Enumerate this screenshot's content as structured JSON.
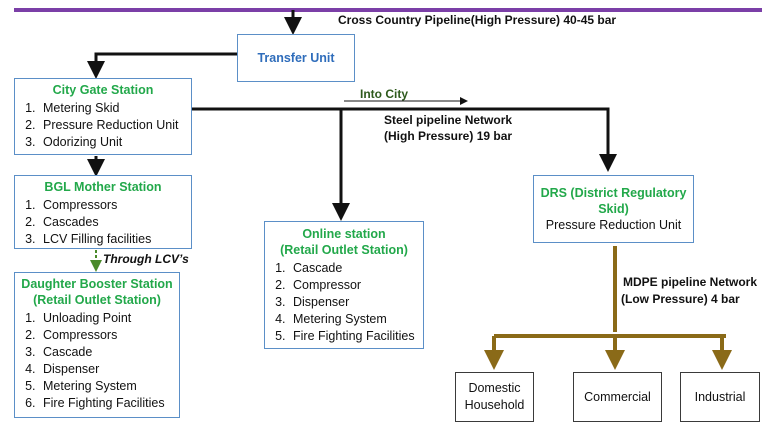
{
  "colors": {
    "pipe_top": "#7b3fa7",
    "connector": "#111111",
    "green_arrow": "#4a8a2a",
    "brown_pipe": "#8a6a18",
    "box_border": "#5b8fc7",
    "green_title": "#22a84a",
    "blue_title": "#2f6dbb"
  },
  "labels": {
    "cross_country": "Cross Country Pipeline(High Pressure)  40-45 bar",
    "into_city": "Into City",
    "steel_line1": "Steel pipeline Network",
    "steel_line2": "(High Pressure)  19 bar",
    "through_lcv": "Through LCV’s",
    "mdpe_line1": "MDPE pipeline Network",
    "mdpe_line2": "(Low Pressure) 4 bar"
  },
  "transfer_unit": {
    "title": "Transfer Unit"
  },
  "city_gate": {
    "title": "City Gate Station",
    "items": [
      "Metering Skid",
      "Pressure Reduction Unit",
      "Odorizing Unit"
    ]
  },
  "bgl_mother": {
    "title": "BGL Mother Station",
    "items": [
      "Compressors",
      "Cascades",
      "LCV Filling facilities"
    ]
  },
  "daughter": {
    "title_line1": "Daughter Booster Station",
    "title_line2": "(Retail Outlet Station)",
    "items": [
      "Unloading Point",
      "Compressors",
      "Cascade",
      "Dispenser",
      "Metering System",
      "Fire Fighting Facilities"
    ]
  },
  "online": {
    "title_line1": "Online station",
    "title_line2": "(Retail Outlet Station)",
    "items": [
      "Cascade",
      "Compressor",
      "Dispenser",
      "Metering System",
      "Fire Fighting Facilities"
    ]
  },
  "drs": {
    "title_line1": "DRS (District  Regulatory",
    "title_line2": "Skid)",
    "subtitle": "Pressure Reduction Unit"
  },
  "domestic": {
    "line1": "Domestic",
    "line2": "Household"
  },
  "commercial": {
    "label": "Commercial"
  },
  "industrial": {
    "label": "Industrial"
  }
}
